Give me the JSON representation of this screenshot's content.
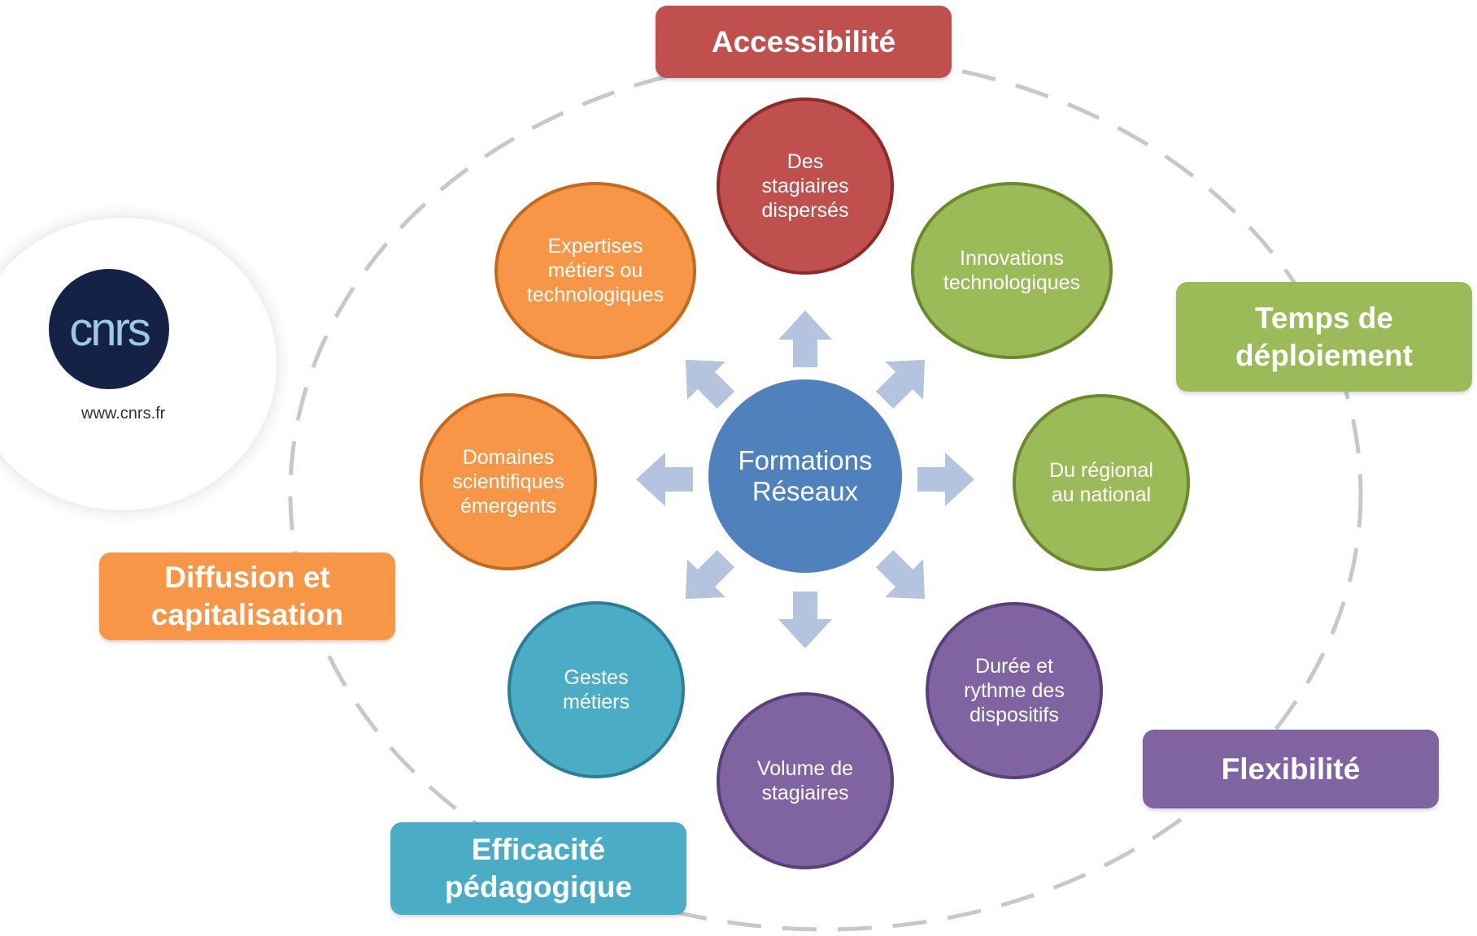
{
  "logo": {
    "mark": "cnrs",
    "url": "www.cnrs.fr"
  },
  "center": {
    "text": "Formations\nRéseaux",
    "color": "#4f81bd"
  },
  "satellites": [
    {
      "key": "stagiaires",
      "text": "Des\nstagiaires\ndispersés",
      "color": "#c0504d",
      "border": "#8c2b29"
    },
    {
      "key": "innovations",
      "text": "Innovations\ntechnologiques",
      "color": "#9bbb59",
      "border": "#6a8a2c"
    },
    {
      "key": "regional",
      "text": "Du régional\nau national",
      "color": "#9bbb59",
      "border": "#6a8a2c"
    },
    {
      "key": "duree",
      "text": "Durée et\nrythme des\ndispositifs",
      "color": "#8064a2",
      "border": "#5a3f7c"
    },
    {
      "key": "volume",
      "text": "Volume de\nstagiaires",
      "color": "#8064a2",
      "border": "#5a3f7c"
    },
    {
      "key": "gestes",
      "text": "Gestes\nmétiers",
      "color": "#4bacc6",
      "border": "#2a7f96"
    },
    {
      "key": "domaines",
      "text": "Domaines\nscientifiques\némergents",
      "color": "#f79646",
      "border": "#c46a1e"
    },
    {
      "key": "expertises",
      "text": "Expertises\nmétiers ou\ntechnologiques",
      "color": "#f79646",
      "border": "#c46a1e"
    }
  ],
  "labels": [
    {
      "key": "accessibilite",
      "text": "Accessibilité",
      "color": "#c0504d"
    },
    {
      "key": "temps",
      "text": "Temps de\ndéploiement",
      "color": "#9bbb59"
    },
    {
      "key": "flexibilite",
      "text": "Flexibilité",
      "color": "#8064a2"
    },
    {
      "key": "efficacite",
      "text": "Efficacité\npédagogique",
      "color": "#4bacc6"
    },
    {
      "key": "diffusion",
      "text": "Diffusion et\ncapitalisation",
      "color": "#f79646"
    }
  ],
  "arrow_color": "#b4c3de",
  "dash_color": "#c8c8c8"
}
